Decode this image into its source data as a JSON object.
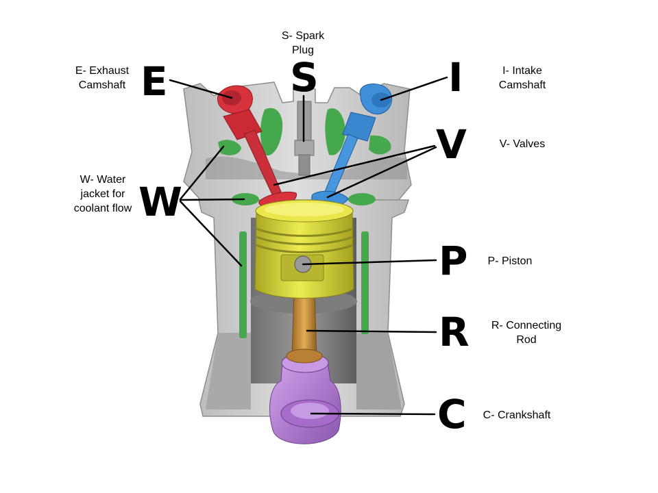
{
  "colors": {
    "exhaust": "#d8323c",
    "intake": "#3e8fd8",
    "piston": "#d9d83a",
    "rod": "#c9923c",
    "crank": "#b57fd6",
    "water": "#45a84c",
    "block": "#cfcfcf"
  },
  "callouts": {
    "E": {
      "letter": "E",
      "caption": [
        "E- Exhaust",
        "Camshaft"
      ]
    },
    "S": {
      "letter": "S",
      "caption": [
        "S- Spark",
        "Plug"
      ]
    },
    "I": {
      "letter": "I",
      "caption": [
        "I- Intake",
        "Camshaft"
      ]
    },
    "V": {
      "letter": "V",
      "caption": [
        "V- Valves"
      ]
    },
    "W": {
      "letter": "W",
      "caption": [
        "W- Water",
        "jacket for",
        "coolant flow"
      ]
    },
    "P": {
      "letter": "P",
      "caption": [
        "P- Piston"
      ]
    },
    "R": {
      "letter": "R",
      "caption": [
        "R- Connecting",
        "Rod"
      ]
    },
    "C": {
      "letter": "C",
      "caption": [
        "C- Crankshaft"
      ]
    }
  }
}
